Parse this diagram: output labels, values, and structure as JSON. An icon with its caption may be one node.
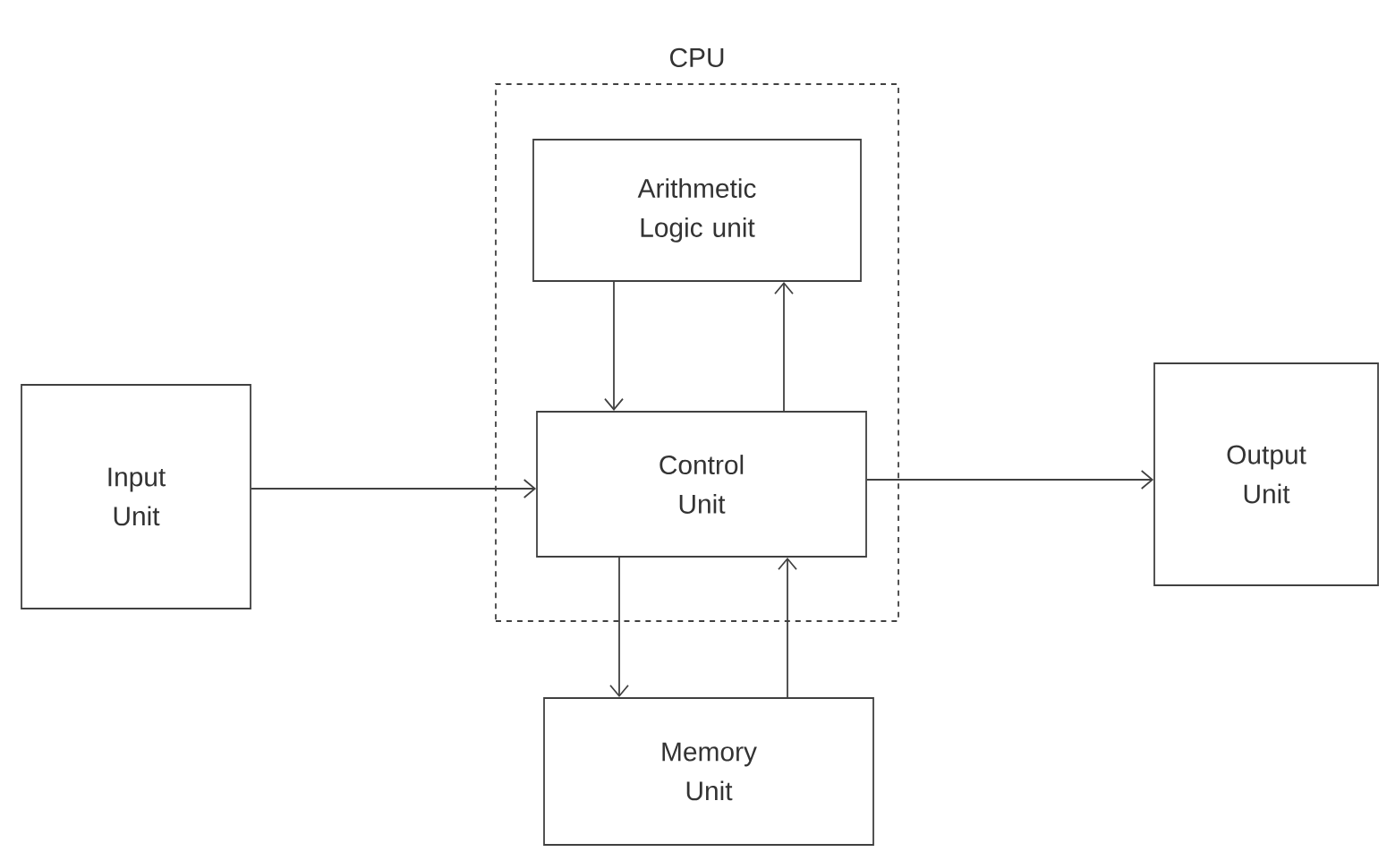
{
  "diagram": {
    "nodes": [
      {
        "text": [
          "CPU"
        ]
      },
      {
        "text": [
          "Arithmetic Logic unit"
        ],
        "in": 0
      },
      {
        "text": [
          "Input Unit"
        ]
      },
      {
        "text": [
          "Control Unit"
        ],
        "in": 0
      },
      {
        "text": [
          "Output Unit"
        ]
      },
      {
        "text": [
          "Memory Unit"
        ]
      }
    ],
    "edges": [
      {
        "from": 1,
        "to": 3,
        "arrow": "to"
      },
      {
        "from": 3,
        "to": 1,
        "arrow": "to"
      },
      {
        "from": 2,
        "to": 3,
        "arrow": "to"
      },
      {
        "from": 3,
        "to": 4,
        "arrow": "to"
      },
      {
        "from": 3,
        "to": 5,
        "arrow": "to"
      },
      {
        "from": 5,
        "to": 3,
        "arrow": "to"
      }
    ]
  }
}
